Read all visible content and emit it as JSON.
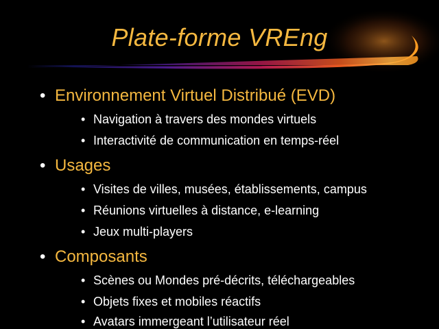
{
  "slide": {
    "title": "Plate-forme VREng",
    "colors": {
      "background": "#000000",
      "title": "#f5b840",
      "heading": "#f5b840",
      "body": "#ffffff",
      "swoosh_start": "#1a1a80",
      "swoosh_mid": "#a01860",
      "swoosh_end": "#ffb040"
    },
    "bullet_symbol": "•",
    "sections": [
      {
        "heading": "Environnement Virtuel Distribué (EVD)",
        "items": [
          "Navigation à travers des mondes virtuels",
          "Interactivité de communication en temps-réel"
        ]
      },
      {
        "heading": "Usages",
        "items": [
          "Visites de villes, musées, établissements, campus",
          "Réunions virtuelles à distance, e-learning",
          "Jeux multi-players"
        ]
      },
      {
        "heading": "Composants",
        "items": [
          "Scènes ou Mondes pré-décrits, téléchargeables",
          "Objets fixes et mobiles réactifs",
          "Avatars immergeant l’utilisateur réel"
        ]
      }
    ]
  }
}
